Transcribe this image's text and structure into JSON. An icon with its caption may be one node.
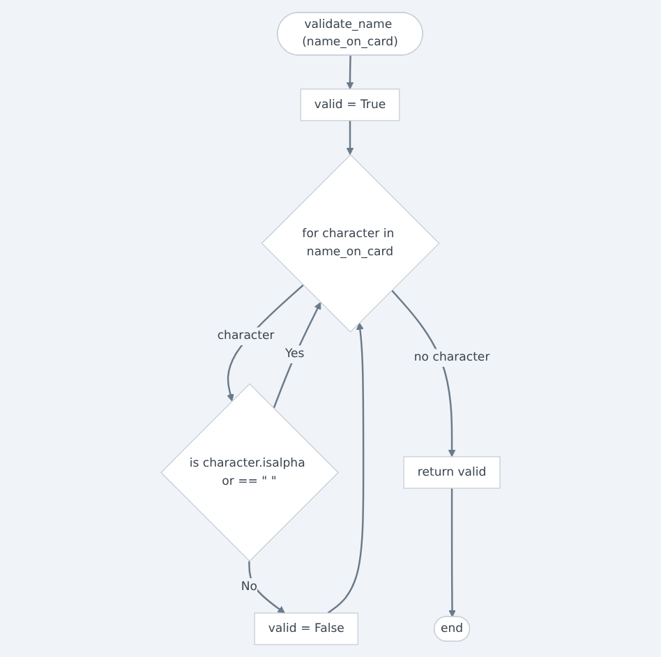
{
  "diagram": {
    "nodes": [
      {
        "text": [
          "validate_name (name_on_card)"
        ]
      },
      {
        "text": [
          "valid = True"
        ]
      },
      {
        "text": [
          "for character in name_on_card"
        ]
      },
      {
        "text": [
          "is character.isalpha or == \" \""
        ]
      },
      {
        "text": [
          "valid = False"
        ]
      },
      {
        "text": [
          "return valid"
        ]
      },
      {
        "text": [
          "end"
        ]
      }
    ],
    "edges": [
      {
        "from": 0,
        "to": 1,
        "arrow": "to"
      },
      {
        "from": 1,
        "to": 2,
        "arrow": "to"
      },
      {
        "from": 2,
        "to": 3,
        "arrow": "to",
        "label": "character"
      },
      {
        "from": 3,
        "to": 4,
        "arrow": "to",
        "label": "No"
      },
      {
        "from": 4,
        "to": 2,
        "arrow": "to"
      },
      {
        "from": 3,
        "to": 2,
        "arrow": "to",
        "label": "Yes"
      },
      {
        "from": 2,
        "to": 5,
        "arrow": "to",
        "label": "no character"
      },
      {
        "from": 5,
        "to": 6,
        "arrow": "to"
      }
    ]
  }
}
